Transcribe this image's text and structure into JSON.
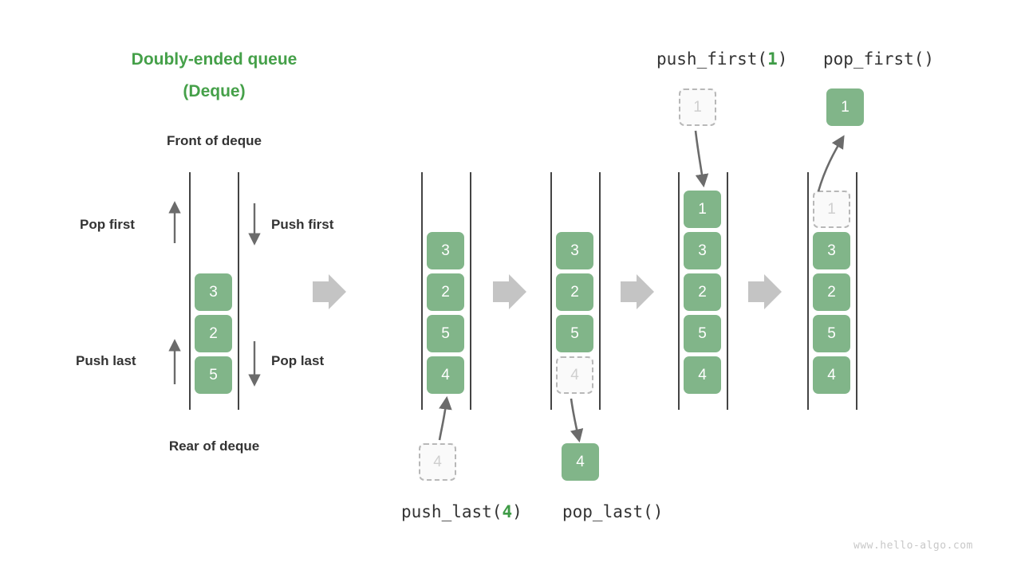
{
  "meta": {
    "title_line1": "Doubly-ended queue",
    "title_line2": "(Deque)",
    "front_label": "Front of deque",
    "rear_label": "Rear of deque",
    "watermark": "www.hello-algo.com",
    "accent_green": "#45A049",
    "cell_green": "#81B589",
    "ghost_gray": "#cfcfcf",
    "arrow_gray": "#6b6b6b",
    "block_arrow_gray": "#c4c4c4",
    "text_dark": "#333333"
  },
  "legend": {
    "pop_first": "Pop first",
    "push_first": "Push first",
    "push_last": "Push last",
    "pop_last": "Pop last"
  },
  "ops": {
    "push_first_prefix": "push_first(",
    "push_first_arg": "1",
    "push_first_suffix": ")",
    "pop_first": "pop_first()",
    "push_last_prefix": "push_last(",
    "push_last_arg": "4",
    "push_last_suffix": ")",
    "pop_last": "pop_last()"
  },
  "columns": [
    {
      "id": "base-deque",
      "name": "base-deque",
      "cells": [
        {
          "value": "3",
          "ghost": false
        },
        {
          "value": "2",
          "ghost": false
        },
        {
          "value": "5",
          "ghost": false
        }
      ]
    },
    {
      "id": "after-push-last",
      "name": "deque-after-push-last",
      "cells": [
        {
          "value": "3",
          "ghost": false
        },
        {
          "value": "2",
          "ghost": false
        },
        {
          "value": "5",
          "ghost": false
        },
        {
          "value": "4",
          "ghost": false
        }
      ]
    },
    {
      "id": "before-pop-last",
      "name": "deque-before-pop-last",
      "cells": [
        {
          "value": "3",
          "ghost": false
        },
        {
          "value": "2",
          "ghost": false
        },
        {
          "value": "5",
          "ghost": false
        },
        {
          "value": "4",
          "ghost": true
        }
      ]
    },
    {
      "id": "after-push-first",
      "name": "deque-after-push-first",
      "cells": [
        {
          "value": "1",
          "ghost": false
        },
        {
          "value": "3",
          "ghost": false
        },
        {
          "value": "2",
          "ghost": false
        },
        {
          "value": "5",
          "ghost": false
        },
        {
          "value": "4",
          "ghost": false
        }
      ]
    },
    {
      "id": "before-pop-first",
      "name": "deque-before-pop-first",
      "cells": [
        {
          "value": "1",
          "ghost": true
        },
        {
          "value": "3",
          "ghost": false
        },
        {
          "value": "2",
          "ghost": false
        },
        {
          "value": "5",
          "ghost": false
        },
        {
          "value": "4",
          "ghost": false
        }
      ]
    }
  ],
  "floating_cells": {
    "push_last_source": {
      "value": "4",
      "ghost": true
    },
    "pop_last_result": {
      "value": "4",
      "ghost": false
    },
    "push_first_source": {
      "value": "1",
      "ghost": true
    },
    "pop_first_result": {
      "value": "1",
      "ghost": false
    }
  }
}
